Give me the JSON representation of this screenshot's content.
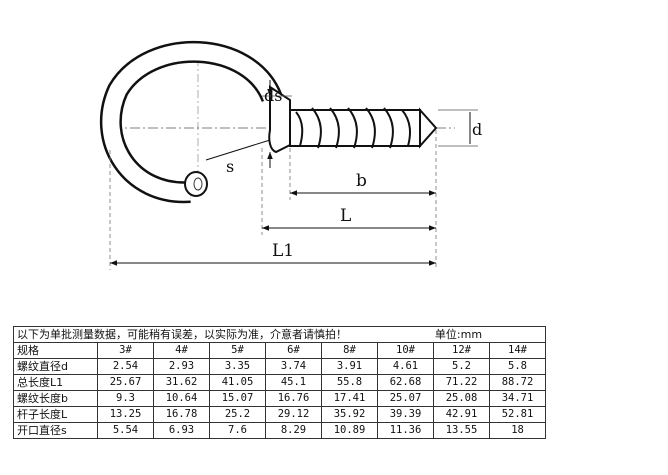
{
  "drawing": {
    "labels": {
      "ds": "ds",
      "d": "d",
      "s": "s",
      "b": "b",
      "L": "L",
      "L1": "L1"
    }
  },
  "table": {
    "note": "以下为单批测量数据，可能稍有误差，以实际为准，介意者请慎拍！",
    "unit": "单位:mm",
    "header": {
      "label": "规格",
      "sizes": [
        "3#",
        "4#",
        "5#",
        "6#",
        "8#",
        "10#",
        "12#",
        "14#"
      ]
    },
    "rows": [
      {
        "label": "螺纹直径d",
        "values": [
          "2.54",
          "2.93",
          "3.35",
          "3.74",
          "3.91",
          "4.61",
          "5.2",
          "5.8"
        ]
      },
      {
        "label": "总长度L1",
        "values": [
          "25.67",
          "31.62",
          "41.05",
          "45.1",
          "55.8",
          "62.68",
          "71.22",
          "88.72"
        ]
      },
      {
        "label": "螺纹长度b",
        "values": [
          "9.3",
          "10.64",
          "15.07",
          "16.76",
          "17.41",
          "25.07",
          "25.08",
          "34.71"
        ]
      },
      {
        "label": "杆子长度L",
        "values": [
          "13.25",
          "16.78",
          "25.2",
          "29.12",
          "35.92",
          "39.39",
          "42.91",
          "52.81"
        ]
      },
      {
        "label": "开口直径s",
        "values": [
          "5.54",
          "6.93",
          "7.6",
          "8.29",
          "10.89",
          "11.36",
          "13.55",
          "18"
        ]
      }
    ]
  }
}
